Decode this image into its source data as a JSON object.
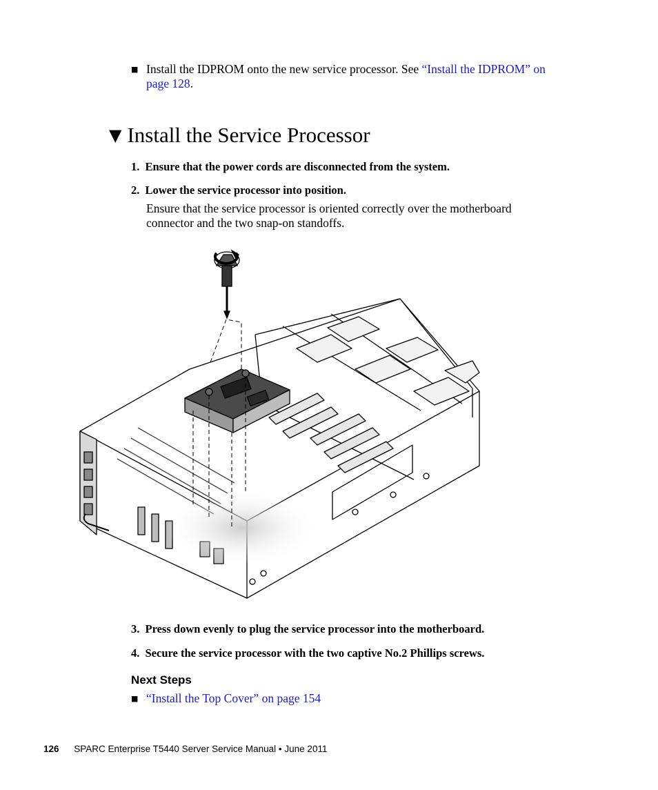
{
  "top_bullet": {
    "marker": "■",
    "text": "Install the IDPROM onto the new service processor. See ",
    "link_line1": "“Install the IDPROM” on",
    "link_line2": "page 128",
    "period": "."
  },
  "section": {
    "heading_icon": "▼",
    "title": "Install the Service Processor"
  },
  "steps": [
    {
      "num": "1.",
      "text": "Ensure that the power cords are disconnected from the system."
    },
    {
      "num": "2.",
      "text": "Lower the service processor into position."
    },
    {
      "num": "3.",
      "text": "Press down evenly to plug the service processor into the motherboard."
    },
    {
      "num": "4.",
      "text": "Secure the service processor with the two captive No.2 Phillips screws."
    }
  ],
  "step2_detail": {
    "line1": "Ensure that the service processor is oriented correctly over the motherboard",
    "line2": "connector and the two snap-on standoffs."
  },
  "figure": {
    "icon": "server-chassis-illustration"
  },
  "next_steps": {
    "heading": "Next Steps",
    "marker": "■",
    "link": "“Install the Top Cover” on page 154"
  },
  "footer": {
    "page_number": "126",
    "text": "SPARC Enterprise T5440 Server Service Manual  •  June 2011"
  },
  "colors": {
    "link": "#1a1ae0",
    "text": "#000000"
  }
}
